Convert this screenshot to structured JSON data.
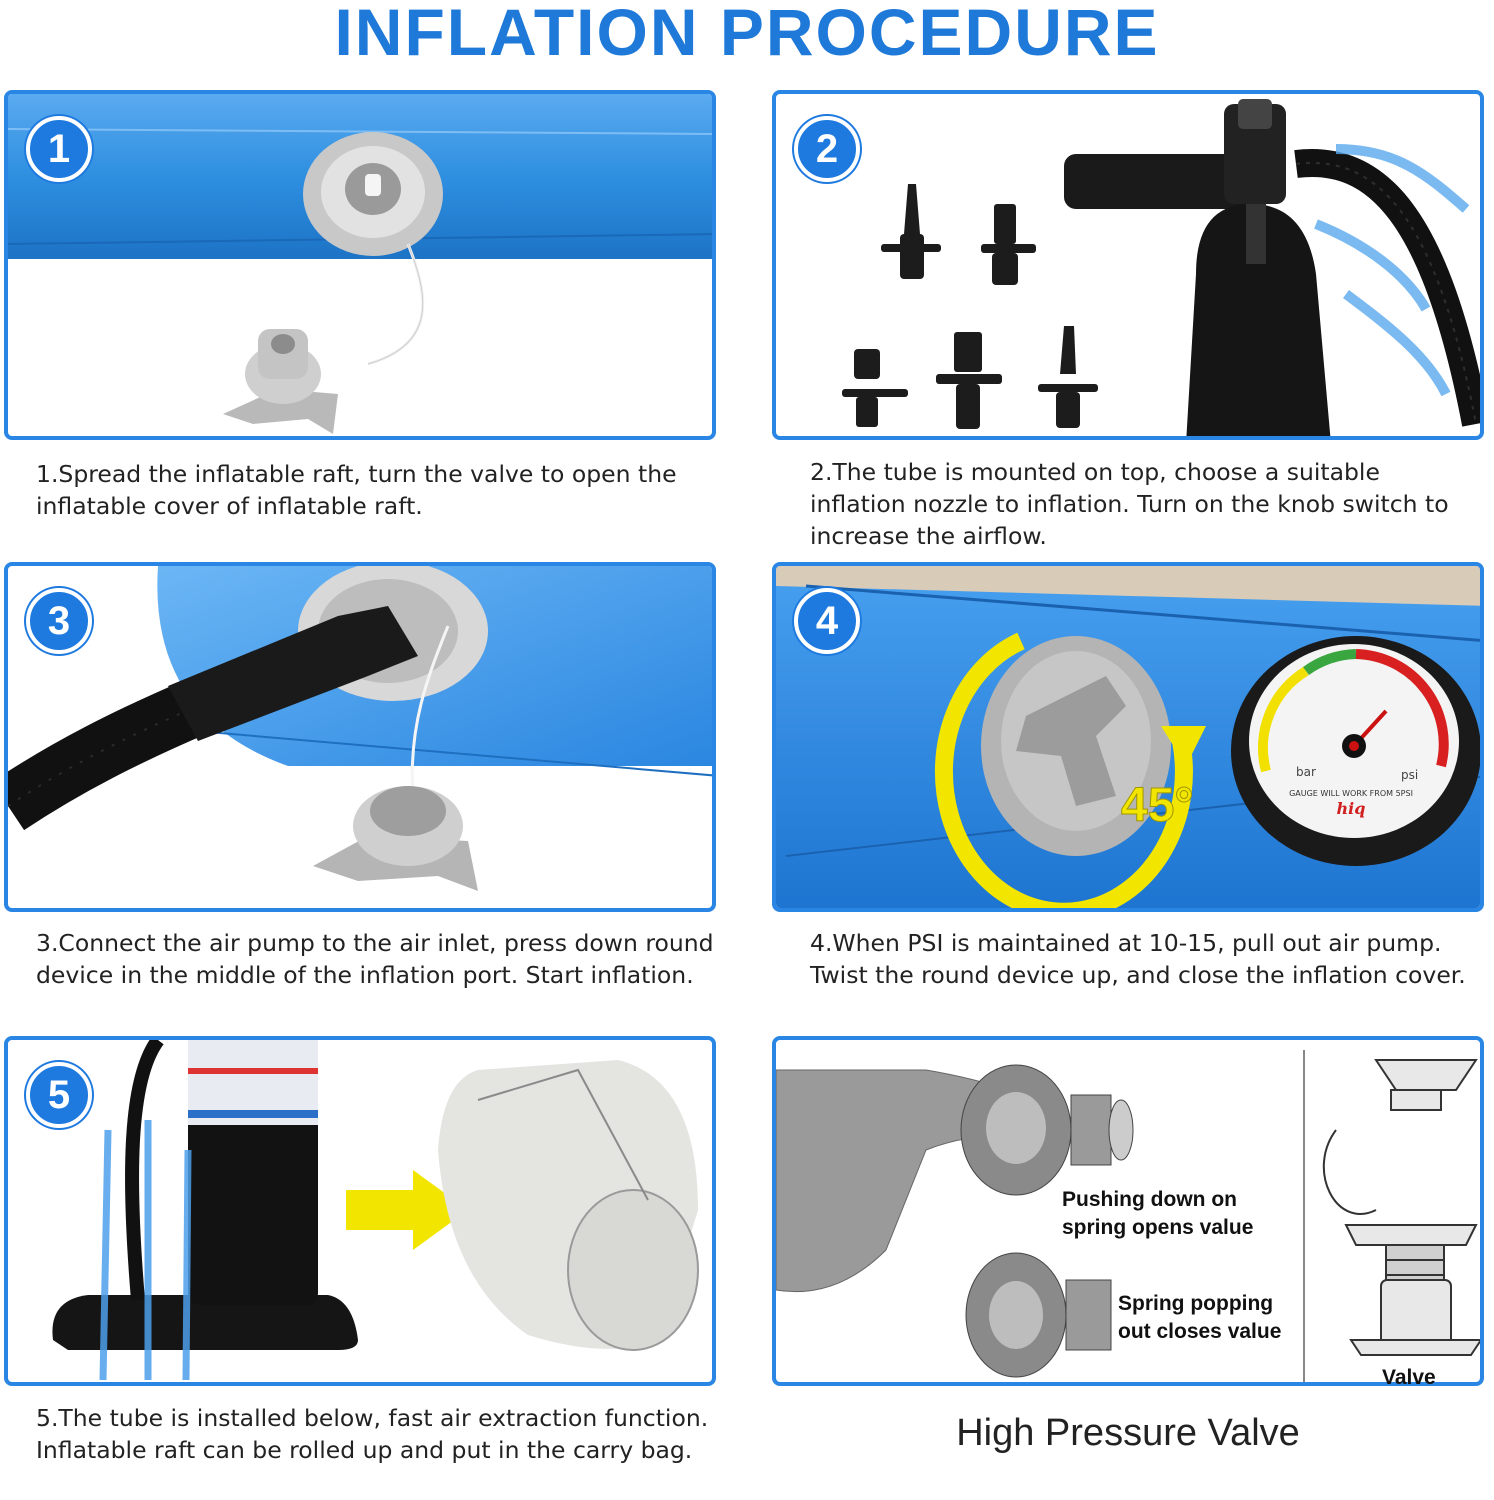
{
  "title": "INFLATION PROCEDURE",
  "steps": [
    {
      "number": "1",
      "caption": "1.Spread the inflatable raft, turn the valve to open the inflatable cover of inflatable raft."
    },
    {
      "number": "2",
      "caption": "2.The tube is mounted on top, choose a suitable inflation nozzle to inflation. Turn on the knob switch to increase the airflow."
    },
    {
      "number": "3",
      "caption": "3.Connect the air pump to the air inlet, press down round device in the middle of the inflation port. Start inflation."
    },
    {
      "number": "4",
      "caption": "4.When PSI is maintained at 10-15, pull out air pump. Twist the round device up, and close the inflation cover.",
      "angle_label": "45°"
    },
    {
      "number": "5",
      "caption": "5.The tube is installed below, fast air extraction function. Inflatable raft can be rolled up and put in the carry bag."
    }
  ],
  "valve_panel": {
    "push_label": "Pushing down on spring opens value",
    "pop_label": "Spring popping out closes value",
    "valve_label": "Valve",
    "caption": "High Pressure Valve"
  },
  "gauge": {
    "bar_label": "bar",
    "psi_label": "psi",
    "brand": "hiq",
    "note": "GAUGE WILL WORK FROM 5PSI"
  },
  "colors": {
    "accent": "#1f7ae0",
    "panel_border": "#2a86e4",
    "raft_blue": "#2e8fe0",
    "arrow_yellow": "#f2e600"
  }
}
